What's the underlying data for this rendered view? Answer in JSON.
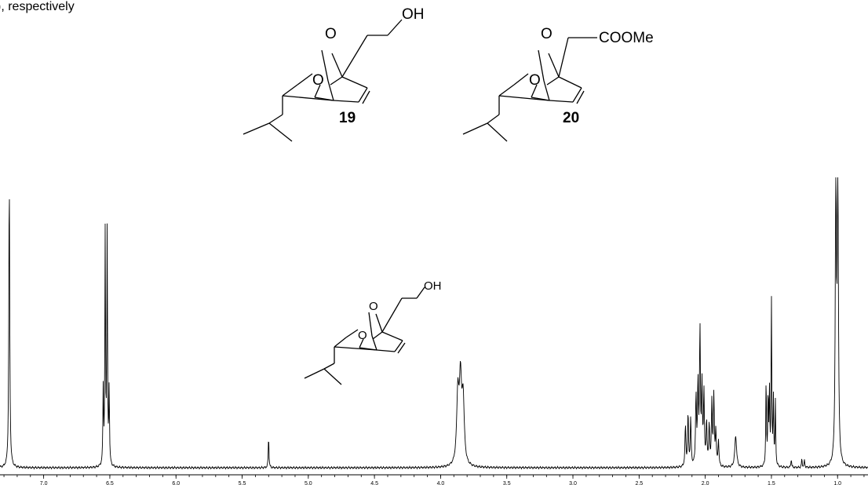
{
  "caption_fragment": "), respectively",
  "compounds": [
    {
      "id": "19",
      "label": "19",
      "substituent": "OH"
    },
    {
      "id": "20",
      "label": "20",
      "substituent": "COOMe"
    }
  ],
  "atoms": {
    "oxygen": "O",
    "hydroxyl": "OH"
  },
  "chart_data": {
    "type": "line",
    "title": "",
    "xlabel": "",
    "ylabel": "",
    "x_reversed": true,
    "xlim": [
      7.33,
      0.77
    ],
    "x_ticks": [
      7.0,
      6.5,
      6.0,
      5.5,
      5.0,
      4.5,
      4.0,
      3.5,
      3.0,
      2.5,
      2.0,
      1.5,
      1.0
    ],
    "x_tick_labels": [
      "7.0",
      "6.5",
      "6.0",
      "5.5",
      "5.0",
      "4.5",
      "4.0",
      "3.5",
      "3.0",
      "2.5",
      "2.0",
      "1.5",
      "1.0"
    ],
    "ylim": [
      0,
      1
    ],
    "grid": false,
    "series": [
      {
        "peaks": [
          {
            "x": 7.26,
            "y": 1.0,
            "w": 0.004
          },
          {
            "x": 6.55,
            "y": 0.26,
            "w": 0.003
          },
          {
            "x": 6.535,
            "y": 0.8,
            "w": 0.003
          },
          {
            "x": 6.52,
            "y": 0.81,
            "w": 0.003
          },
          {
            "x": 6.505,
            "y": 0.26,
            "w": 0.003
          },
          {
            "x": 5.3,
            "y": 0.11,
            "w": 0.003
          },
          {
            "x": 3.87,
            "y": 0.24,
            "w": 0.01
          },
          {
            "x": 3.85,
            "y": 0.28,
            "w": 0.01
          },
          {
            "x": 3.83,
            "y": 0.22,
            "w": 0.01
          },
          {
            "x": 2.15,
            "y": 0.14,
            "w": 0.004
          },
          {
            "x": 2.13,
            "y": 0.18,
            "w": 0.004
          },
          {
            "x": 2.11,
            "y": 0.16,
            "w": 0.004
          },
          {
            "x": 2.07,
            "y": 0.24,
            "w": 0.004
          },
          {
            "x": 2.055,
            "y": 0.28,
            "w": 0.004
          },
          {
            "x": 2.04,
            "y": 0.46,
            "w": 0.004
          },
          {
            "x": 2.025,
            "y": 0.27,
            "w": 0.004
          },
          {
            "x": 2.01,
            "y": 0.25,
            "w": 0.004
          },
          {
            "x": 1.99,
            "y": 0.15,
            "w": 0.004
          },
          {
            "x": 1.97,
            "y": 0.14,
            "w": 0.004
          },
          {
            "x": 1.95,
            "y": 0.22,
            "w": 0.004
          },
          {
            "x": 1.935,
            "y": 0.24,
            "w": 0.004
          },
          {
            "x": 1.92,
            "y": 0.12,
            "w": 0.004
          },
          {
            "x": 1.9,
            "y": 0.09,
            "w": 0.004
          },
          {
            "x": 1.77,
            "y": 0.11,
            "w": 0.008
          },
          {
            "x": 1.54,
            "y": 0.3,
            "w": 0.003
          },
          {
            "x": 1.525,
            "y": 0.25,
            "w": 0.003
          },
          {
            "x": 1.515,
            "y": 0.25,
            "w": 0.003
          },
          {
            "x": 1.5,
            "y": 0.58,
            "w": 0.003
          },
          {
            "x": 1.485,
            "y": 0.23,
            "w": 0.003
          },
          {
            "x": 1.47,
            "y": 0.22,
            "w": 0.003
          },
          {
            "x": 1.35,
            "y": 0.03,
            "w": 0.003
          },
          {
            "x": 1.27,
            "y": 0.03,
            "w": 0.003
          },
          {
            "x": 1.25,
            "y": 0.025,
            "w": 0.003
          },
          {
            "x": 1.013,
            "y": 1.0,
            "w": 0.005
          },
          {
            "x": 0.998,
            "y": 1.0,
            "w": 0.005
          }
        ]
      }
    ]
  }
}
